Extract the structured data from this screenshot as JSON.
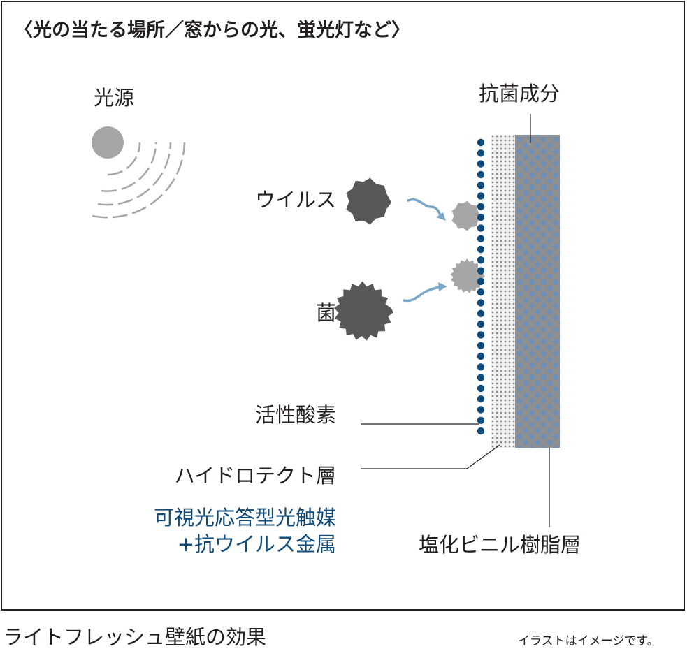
{
  "title": "〈光の当たる場所／窓からの光、蛍光灯など〉",
  "labels": {
    "light_source": "光源",
    "antibacterial": "抗菌成分",
    "virus": "ウイルス",
    "bacteria": "菌",
    "active_oxygen": "活性酸素",
    "hydrotect_layer": "ハイドロテクト層",
    "photocatalyst_line1": "可視光応答型光触媒",
    "photocatalyst_line2": "+抗ウイルス金属",
    "pvc_layer": "塩化ビニル樹脂層"
  },
  "caption": "ライトフレッシュ壁紙の効果",
  "note": "イラストはイメージです。",
  "colors": {
    "ink": "#231f20",
    "gray": "#a6a6a6",
    "dark_gray": "#595757",
    "navy": "#0e4a7a",
    "arrow_blue": "#7aa7c7",
    "dot_blue": "#6e8fb8",
    "layer_gray": "#8f8f8f"
  }
}
